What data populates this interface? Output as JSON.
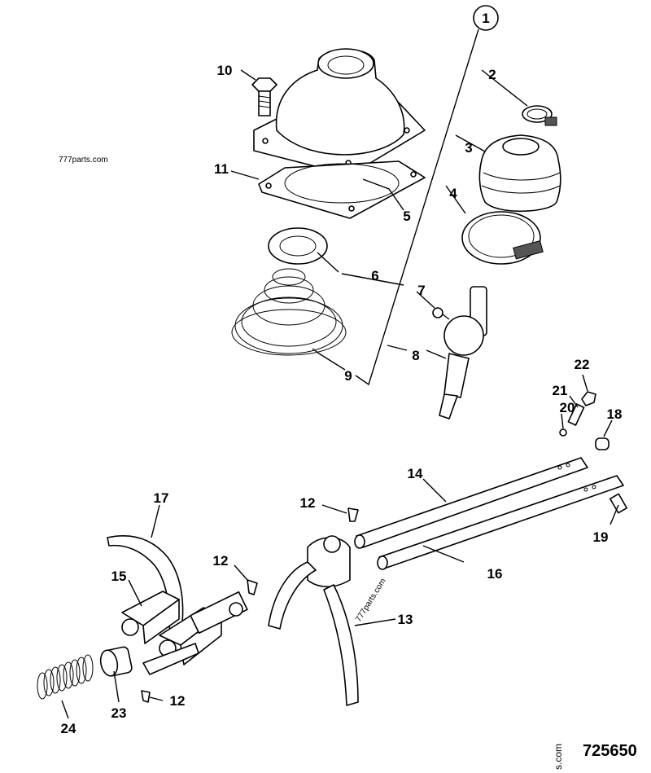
{
  "diagram": {
    "callouts": [
      "1",
      "2",
      "3",
      "4",
      "5",
      "6",
      "7",
      "8",
      "9",
      "10",
      "11",
      "12",
      "13",
      "14",
      "15",
      "16",
      "17",
      "18",
      "19",
      "20",
      "21",
      "22",
      "23",
      "24"
    ],
    "reference_number": "725650",
    "watermark_top": "777parts.com",
    "watermark_mid": "777parts.com",
    "watermark_side": "s.com"
  }
}
